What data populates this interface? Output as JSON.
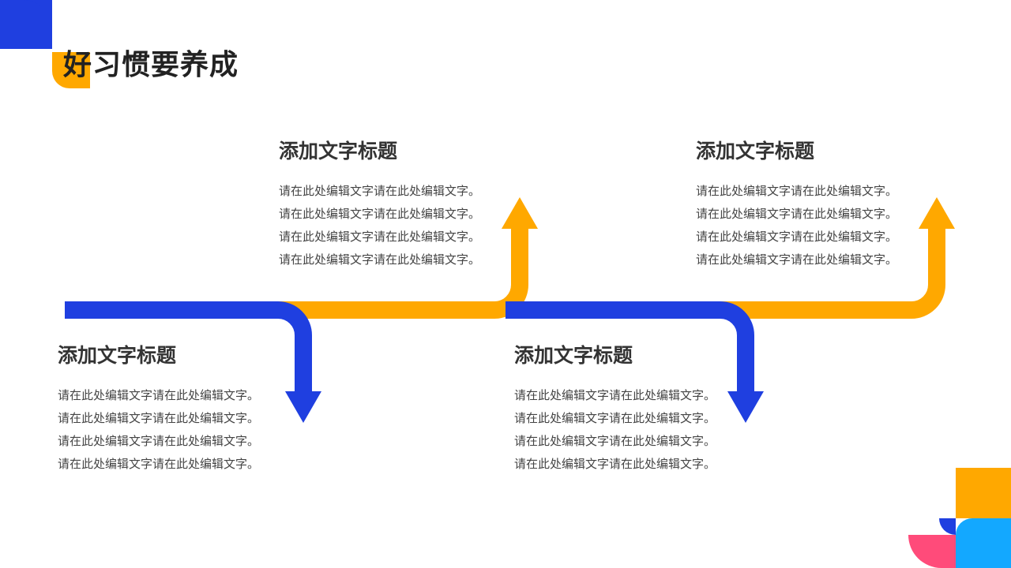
{
  "title": "好习惯要养成",
  "colors": {
    "blue": "#1F3FE0",
    "orange": "#FFA800",
    "pink": "#FF4B7A",
    "sky": "#13A8FF"
  },
  "steps": [
    {
      "heading": "添加文字标题",
      "lines": [
        "请在此处编辑文字请在此处编辑文字。",
        "请在此处编辑文字请在此处编辑文字。",
        "请在此处编辑文字请在此处编辑文字。",
        "请在此处编辑文字请在此处编辑文字。"
      ]
    },
    {
      "heading": "添加文字标题",
      "lines": [
        "请在此处编辑文字请在此处编辑文字。",
        "请在此处编辑文字请在此处编辑文字。",
        "请在此处编辑文字请在此处编辑文字。",
        "请在此处编辑文字请在此处编辑文字。"
      ]
    },
    {
      "heading": "添加文字标题",
      "lines": [
        "请在此处编辑文字请在此处编辑文字。",
        "请在此处编辑文字请在此处编辑文字。",
        "请在此处编辑文字请在此处编辑文字。",
        "请在此处编辑文字请在此处编辑文字。"
      ]
    },
    {
      "heading": "添加文字标题",
      "lines": [
        "请在此处编辑文字请在此处编辑文字。",
        "请在此处编辑文字请在此处编辑文字。",
        "请在此处编辑文字请在此处编辑文字。",
        "请在此处编辑文字请在此处编辑文字。"
      ]
    }
  ]
}
